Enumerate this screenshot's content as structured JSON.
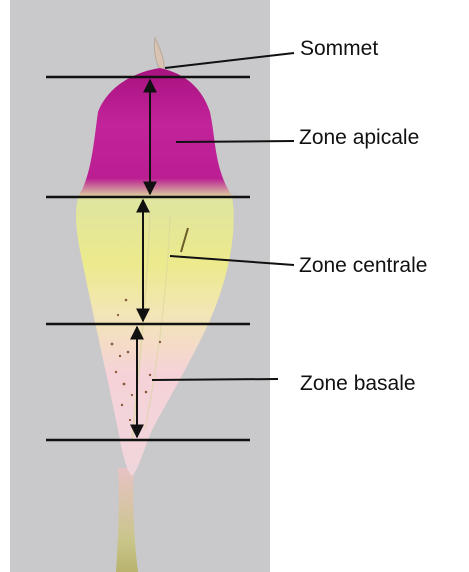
{
  "labels": {
    "sommet": "Sommet",
    "apicale": "Zone apicale",
    "centrale": "Zone centrale",
    "basale": "Zone basale"
  },
  "colors": {
    "background_card": "#c8c7c9",
    "petal_apex": "#b0188e",
    "petal_center": "#ebe98e",
    "petal_base": "#f3d4d6",
    "lines": "#111111"
  }
}
